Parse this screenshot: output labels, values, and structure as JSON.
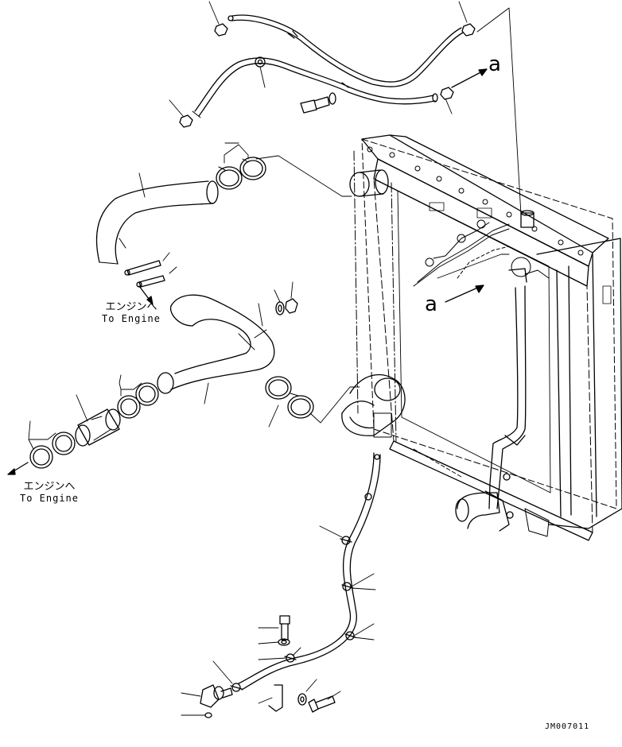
{
  "labels": {
    "to_engine_upper_jp": "エンジンへ",
    "to_engine_upper_en": "To Engine",
    "to_engine_lower_jp": "エンジンへ",
    "to_engine_lower_en": "To Engine",
    "view_a_top": "a",
    "view_a_mid": "a",
    "drawing_code": "JM007011"
  }
}
